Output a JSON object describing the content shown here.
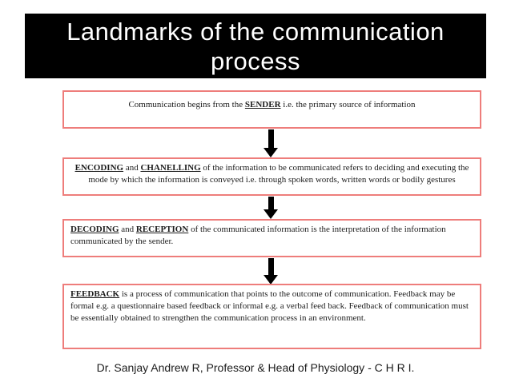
{
  "slide": {
    "title": "Landmarks of the communication process",
    "footer": "Dr. Sanjay Andrew R, Professor & Head of Physiology - C H R I.",
    "colors": {
      "title_bg": "#000000",
      "title_text": "#ffffff",
      "box_border": "#ee7d7b",
      "arrow": "#000000",
      "body_text": "#1c1c1c"
    },
    "boxes": [
      {
        "id": "sender",
        "align": "center",
        "segments": [
          {
            "text": "Communication begins from the ",
            "emphasis": false
          },
          {
            "text": "SENDER",
            "emphasis": true
          },
          {
            "text": " i.e. the primary source of information",
            "emphasis": false
          }
        ]
      },
      {
        "id": "encoding-chanelling",
        "align": "center",
        "segments": [
          {
            "text": "ENCODING",
            "emphasis": true
          },
          {
            "text": " and ",
            "emphasis": false
          },
          {
            "text": "CHANELLING",
            "emphasis": true
          },
          {
            "text": " of the information to be communicated refers to deciding and executing the mode by which the information is conveyed i.e. through spoken words, written words or bodily gestures",
            "emphasis": false
          }
        ]
      },
      {
        "id": "decoding-reception",
        "align": "left",
        "segments": [
          {
            "text": "DECODING",
            "emphasis": true
          },
          {
            "text": " and ",
            "emphasis": false
          },
          {
            "text": "RECEPTION",
            "emphasis": true
          },
          {
            "text": " of the communicated information is the interpretation of the information communicated by the sender.",
            "emphasis": false
          }
        ]
      },
      {
        "id": "feedback",
        "align": "left",
        "segments": [
          {
            "text": "FEEDBACK",
            "emphasis": true
          },
          {
            "text": " is a process of communication that points to the outcome of communication. Feedback may be formal e.g. a questionnaire based feedback or informal e.g. a verbal feed back. Feedback of communication must be essentially obtained to strengthen the communication process in an environment.",
            "emphasis": false
          }
        ]
      }
    ]
  }
}
